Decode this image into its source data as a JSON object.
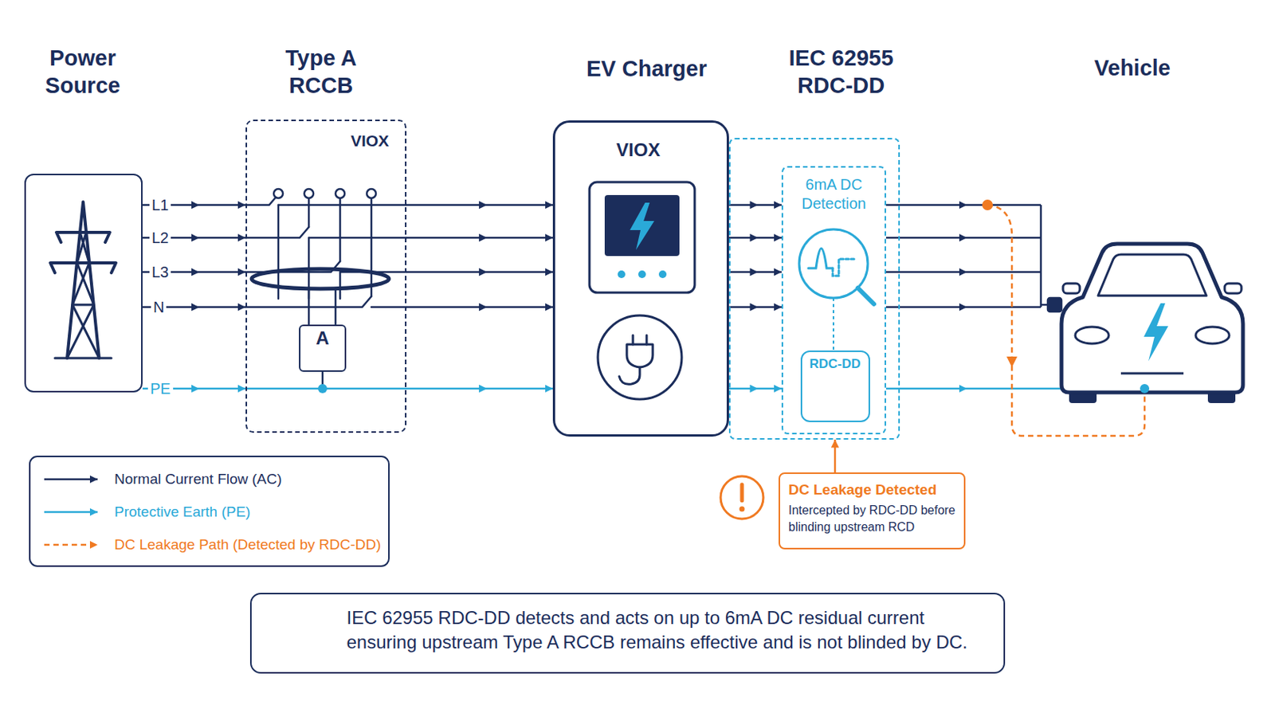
{
  "diagram": {
    "nodes": [
      {
        "text": [
          "Power Source"
        ]
      },
      {
        "text": [
          "Type A RCCB",
          "VIOX"
        ]
      },
      {
        "text": [
          "A"
        ],
        "in": 1
      },
      {
        "text": [
          "EV Charger",
          "VIOX"
        ]
      },
      {
        "text": [
          "IEC 62955 RDC-DD"
        ]
      },
      {
        "text": [
          "6mA DC Detection"
        ],
        "in": 4
      },
      {
        "text": [
          "RDC-DD"
        ],
        "in": 5
      },
      {
        "text": [
          "DC Leakage Detected",
          "Intercepted by RDC-DD before blinding upstream RCD"
        ]
      },
      {
        "text": [
          "IEC 62955 RDC-DD detects and acts on up to 6mA DC residual current ensuring upstream Type A RCCB remains effective and is not blinded by DC."
        ]
      }
    ],
    "edges": [
      {
        "from": 0,
        "to": 1,
        "arrow": "to"
      },
      {
        "from": 0,
        "to": 1,
        "arrow": "to"
      },
      {
        "from": 0,
        "to": 1,
        "arrow": "to"
      },
      {
        "from": 0,
        "to": 1,
        "arrow": "to"
      },
      {
        "from": 0,
        "to": 1,
        "arrow": "to"
      },
      {
        "from": 1,
        "to": 3,
        "arrow": "to"
      },
      {
        "from": 1,
        "to": 3,
        "arrow": "to"
      },
      {
        "from": 1,
        "to": 3,
        "arrow": "to"
      },
      {
        "from": 1,
        "to": 3,
        "arrow": "to"
      },
      {
        "from": 1,
        "to": 3,
        "arrow": "to"
      },
      {
        "from": 3,
        "to": 5,
        "arrow": "to"
      },
      {
        "from": 3,
        "to": 5,
        "arrow": "to"
      },
      {
        "from": 3,
        "to": 5,
        "arrow": "to"
      },
      {
        "from": 3,
        "to": 5,
        "arrow": "to"
      },
      {
        "from": 3,
        "to": 5,
        "arrow": "to"
      },
      {
        "from": 7,
        "to": 4,
        "arrow": "to"
      }
    ],
    "labels": [
      "L1",
      "L2",
      "L3",
      "N",
      "PE",
      "Vehicle"
    ],
    "legend": [
      {
        "text": "Normal Current Flow (AC)"
      },
      {
        "text": "Protective Earth (PE)"
      },
      {
        "text": "DC Leakage Path (Detected by RDC-DD)"
      }
    ]
  }
}
